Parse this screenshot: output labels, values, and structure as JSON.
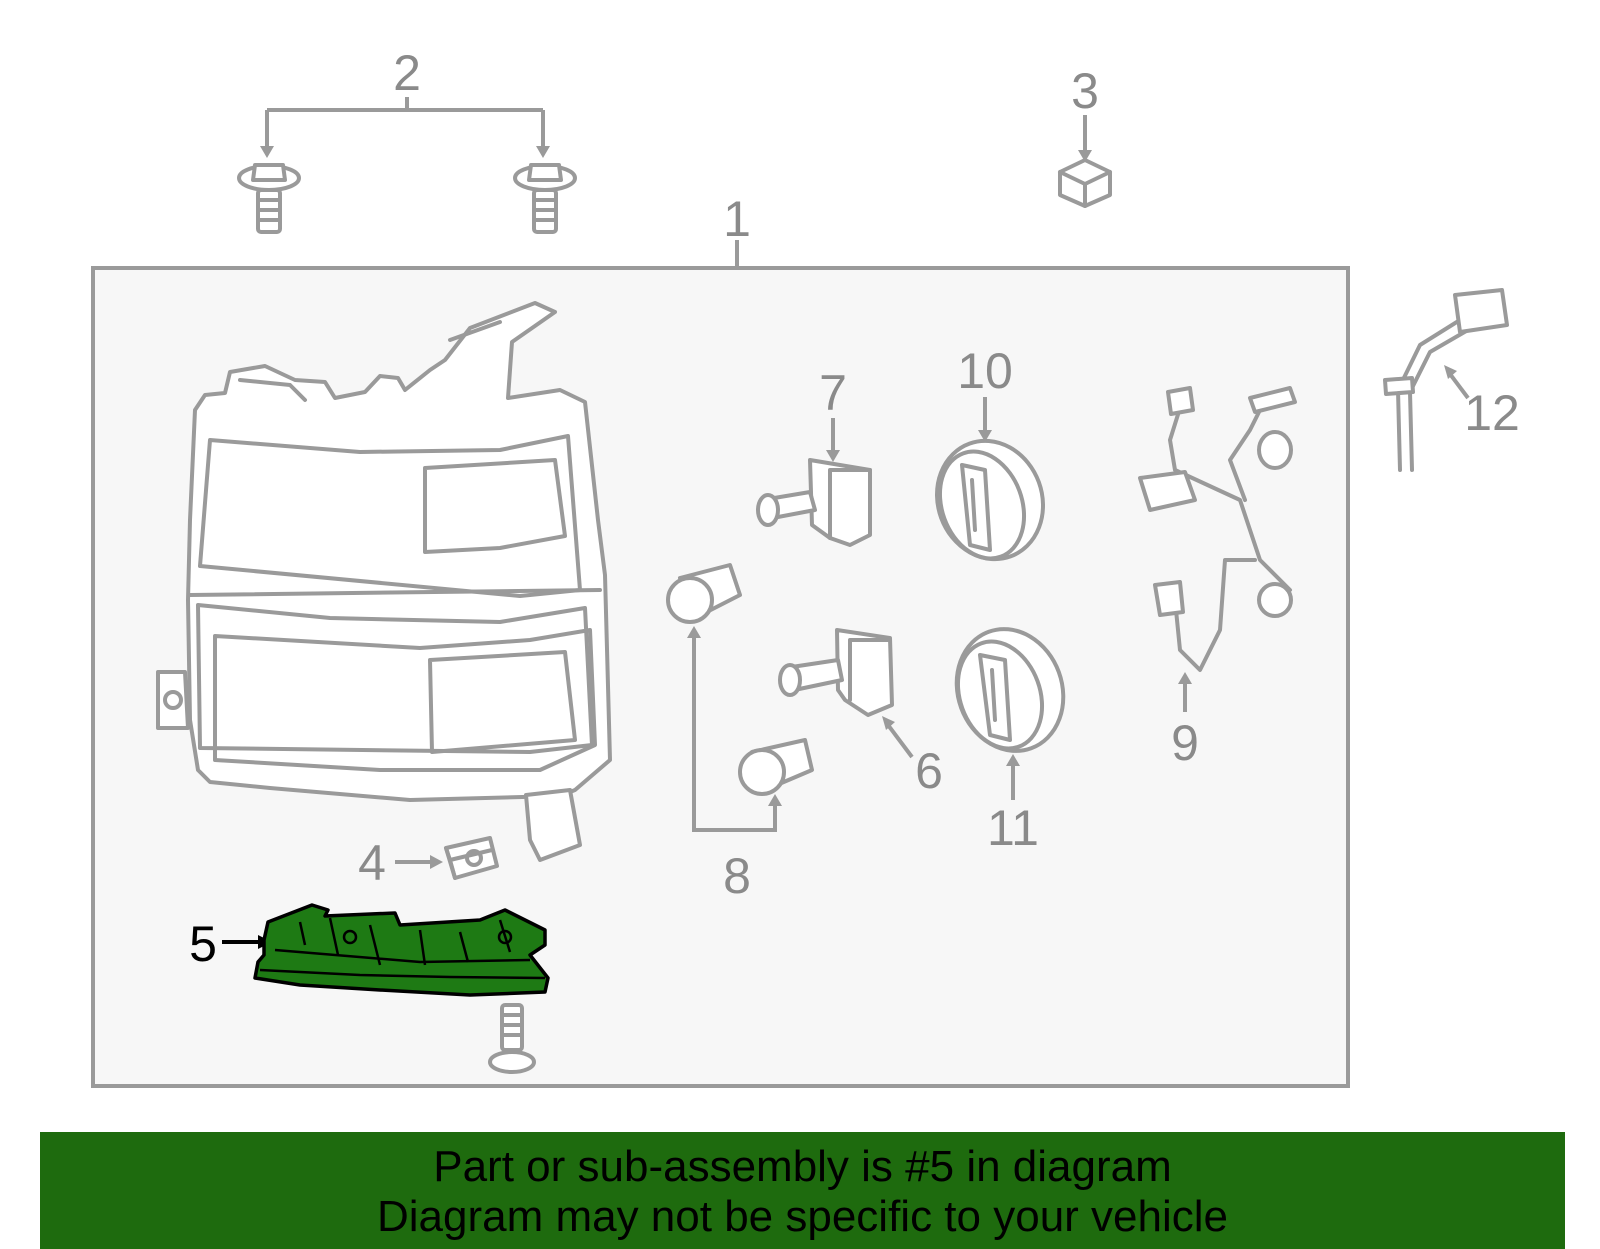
{
  "diagram": {
    "callouts": [
      "1",
      "2",
      "3",
      "4",
      "5",
      "6",
      "7",
      "8",
      "9",
      "10",
      "11",
      "12"
    ],
    "highlighted_callout": "5",
    "colors": {
      "highlight": "#1e7a14",
      "banner": "#1e6b0e",
      "lines": "#9a9a9a",
      "panel": "#f7f7f7"
    }
  },
  "banner": {
    "line1": "Part or sub-assembly is #5 in diagram",
    "line2": "Diagram may not be specific to your vehicle"
  }
}
